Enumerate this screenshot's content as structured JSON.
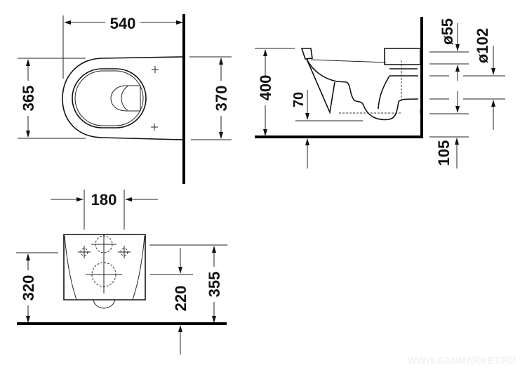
{
  "top_view": {
    "width_label": "540",
    "depth_left_label": "365",
    "depth_right_label": "370"
  },
  "side_view": {
    "height_label": "400",
    "rim_drop_label": "70",
    "inlet_label": "ø55",
    "outlet_label": "ø102",
    "outlet_height_label": "105"
  },
  "front_view": {
    "bolt_spacing_label": "180",
    "bolt_height_label": "320",
    "outlet_center_label": "220",
    "top_height_label": "355"
  },
  "watermark": "WWW.SANMARKET.RU"
}
